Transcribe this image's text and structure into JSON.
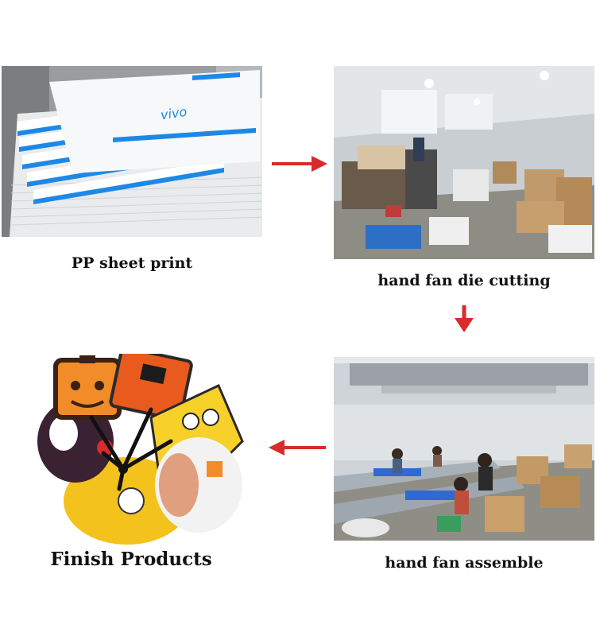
{
  "steps": [
    {
      "caption": "PP sheet print",
      "brand_text": "vivo"
    },
    {
      "caption": "hand fan die cutting"
    },
    {
      "caption": "hand fan assemble"
    },
    {
      "caption": "Finish Products"
    }
  ],
  "colors": {
    "flow_arrow": "#d92b2b",
    "sheet_blue": "#1e88e5",
    "factory_floor": "#8d8d86",
    "fan_orange": "#f28c28"
  }
}
